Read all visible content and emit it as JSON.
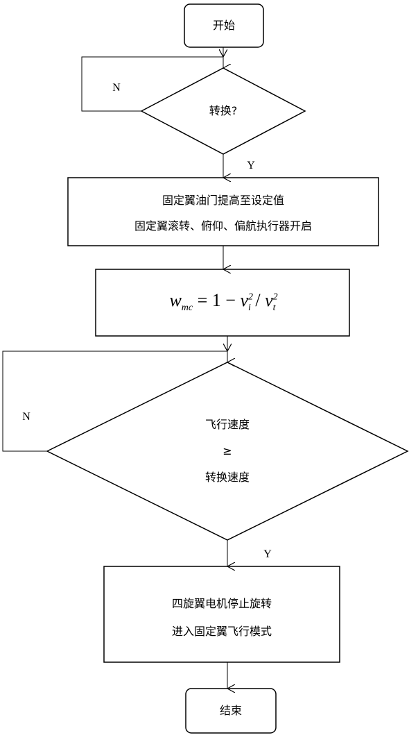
{
  "nodes": {
    "start": "开始",
    "decision1": "转换?",
    "process1": {
      "line1": "固定翼油门提高至设定值",
      "line2": "固定翼滚转、俯仰、偏航执行器开启"
    },
    "formula": {
      "w": "w",
      "w_sub": "mc",
      "eq": "= 1 −",
      "v1": "v",
      "v1_sub": "i",
      "v1_sup": "2",
      "slash": "/",
      "v2": "v",
      "v2_sub": "t",
      "v2_sup": "2"
    },
    "decision2": {
      "line1": "飞行速度",
      "line2": "≥",
      "line3": "转换速度"
    },
    "process2": {
      "line1": "四旋翼电机停止旋转",
      "line2": "进入固定翼飞行模式"
    },
    "end": "结束"
  },
  "edges": {
    "d1_no": "N",
    "d1_yes": "Y",
    "d2_no": "N",
    "d2_yes": "Y"
  }
}
